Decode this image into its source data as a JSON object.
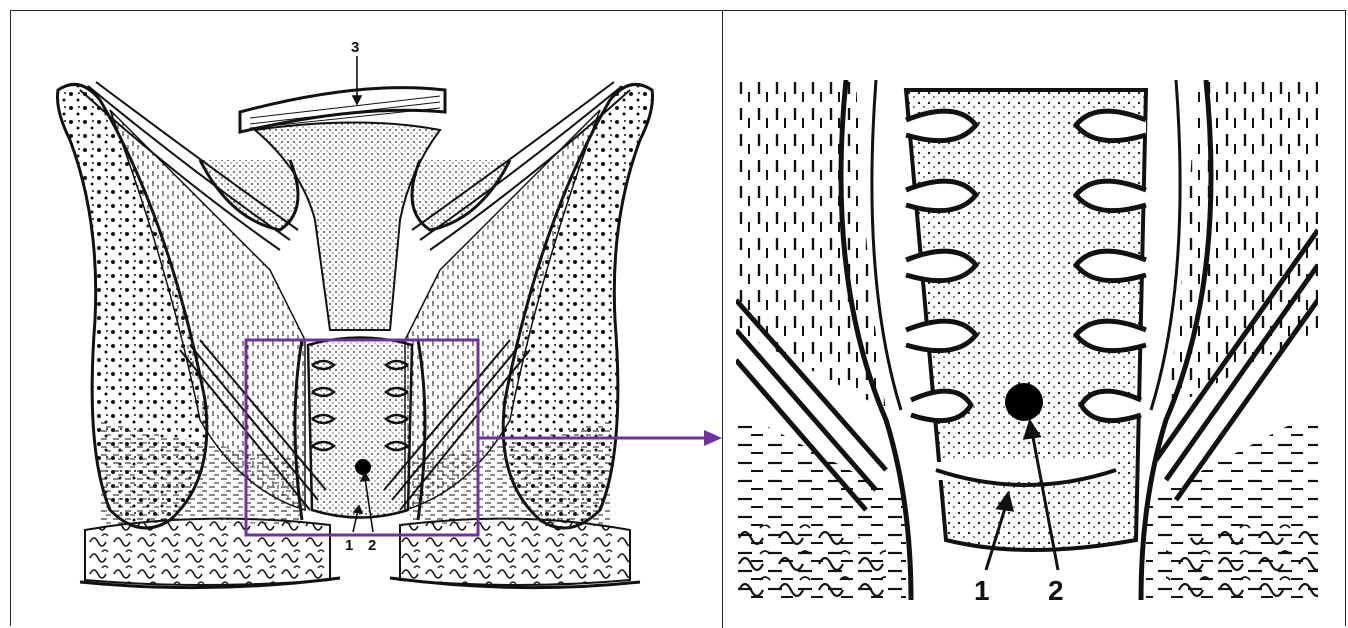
{
  "left_figure": {
    "labels": {
      "label_1": "1",
      "label_2": "2",
      "label_3": "3"
    }
  },
  "right_figure": {
    "labels": {
      "label_1": "1",
      "label_2": "2"
    }
  },
  "colors": {
    "highlight_box": "#7030a0",
    "ink": "#111111",
    "paper": "#ffffff"
  }
}
